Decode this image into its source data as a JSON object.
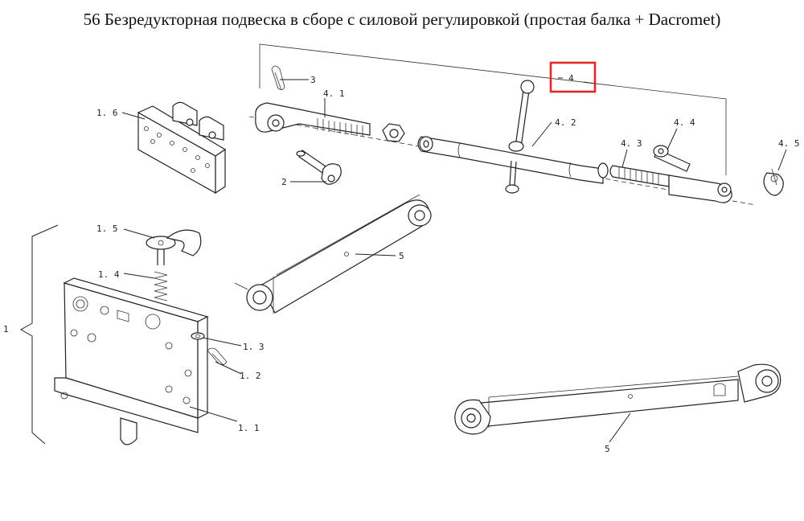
{
  "title": "56 Безредукторная подвеска в сборе с силовой регулировкой (простая балка + Dacromet)",
  "labels": {
    "p1": "1",
    "p1_1": "1. 1",
    "p1_2": "1. 2",
    "p1_3": "1. 3",
    "p1_4": "1. 4",
    "p1_5": "1. 5",
    "p1_6": "1. 6",
    "p2": "2",
    "p3": "3",
    "p4": "4",
    "p4_1": "4. 1",
    "p4_2": "4. 2",
    "p4_3": "4. 3",
    "p4_4": "4. 4",
    "p4_5": "4. 5",
    "p5a": "5",
    "p5b": "5"
  },
  "highlight_color": "#e0272b"
}
